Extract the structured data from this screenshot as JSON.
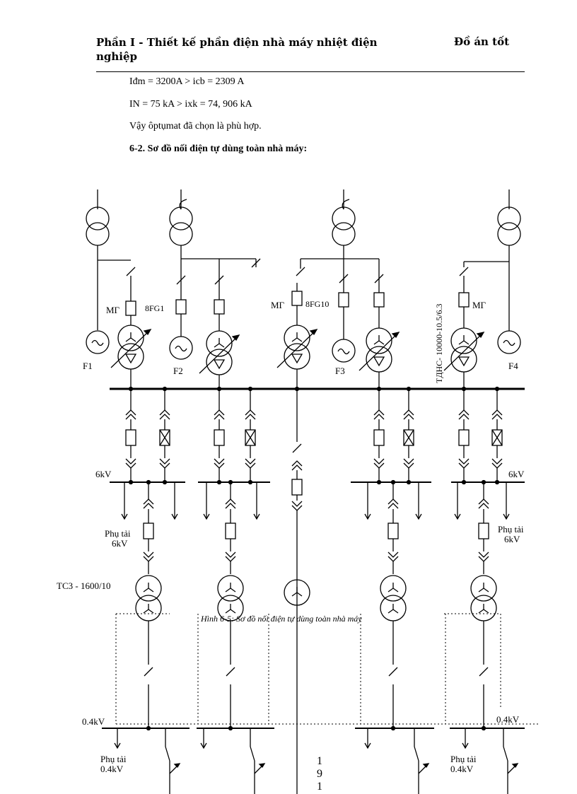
{
  "header": {
    "left_title": "Phần I - Thiết kế phần điện nhà máy nhiệt điện nghiệp",
    "right_title": "Đồ án tốt"
  },
  "body": {
    "line1": "Iđm = 3200A > icb = 2309 A",
    "line2": "IN = 75 kA > ixk = 74, 906 kA",
    "line3": "Vậy ôptụmat đã chọn là phù hợp.",
    "section_title": "6-2. Sơ đồ nối điện tự dùng toàn nhà máy:"
  },
  "diagram": {
    "gen_labels": [
      "F1",
      "F2",
      "F3",
      "F4"
    ],
    "breaker_labels": [
      "MΓ",
      "MΓ",
      "MΓ"
    ],
    "fg_labels": [
      "8FG1",
      "8FG10"
    ],
    "transformer_rating": "TДHC- 10000-10.5/6.3",
    "bus_6kv_left": "6kV",
    "bus_6kv_right": "6kV",
    "load_6kv_left": [
      "Phụ tải",
      "6kV"
    ],
    "load_6kv_right": [
      "Phụ tải",
      "6kV"
    ],
    "tc3_label": "TC3 - 1600/10",
    "caption": "Hình 6-5: Sơ đồ nối điện tự dùng toàn nhà máy",
    "bus_04kv_left": "0.4kV",
    "bus_04kv_right": "0.4kV",
    "load_04kv_left": [
      "Phụ tải",
      "0.4kV"
    ],
    "load_04kv_right": [
      "Phụ tải",
      "0.4kV"
    ]
  },
  "page_number": "191"
}
